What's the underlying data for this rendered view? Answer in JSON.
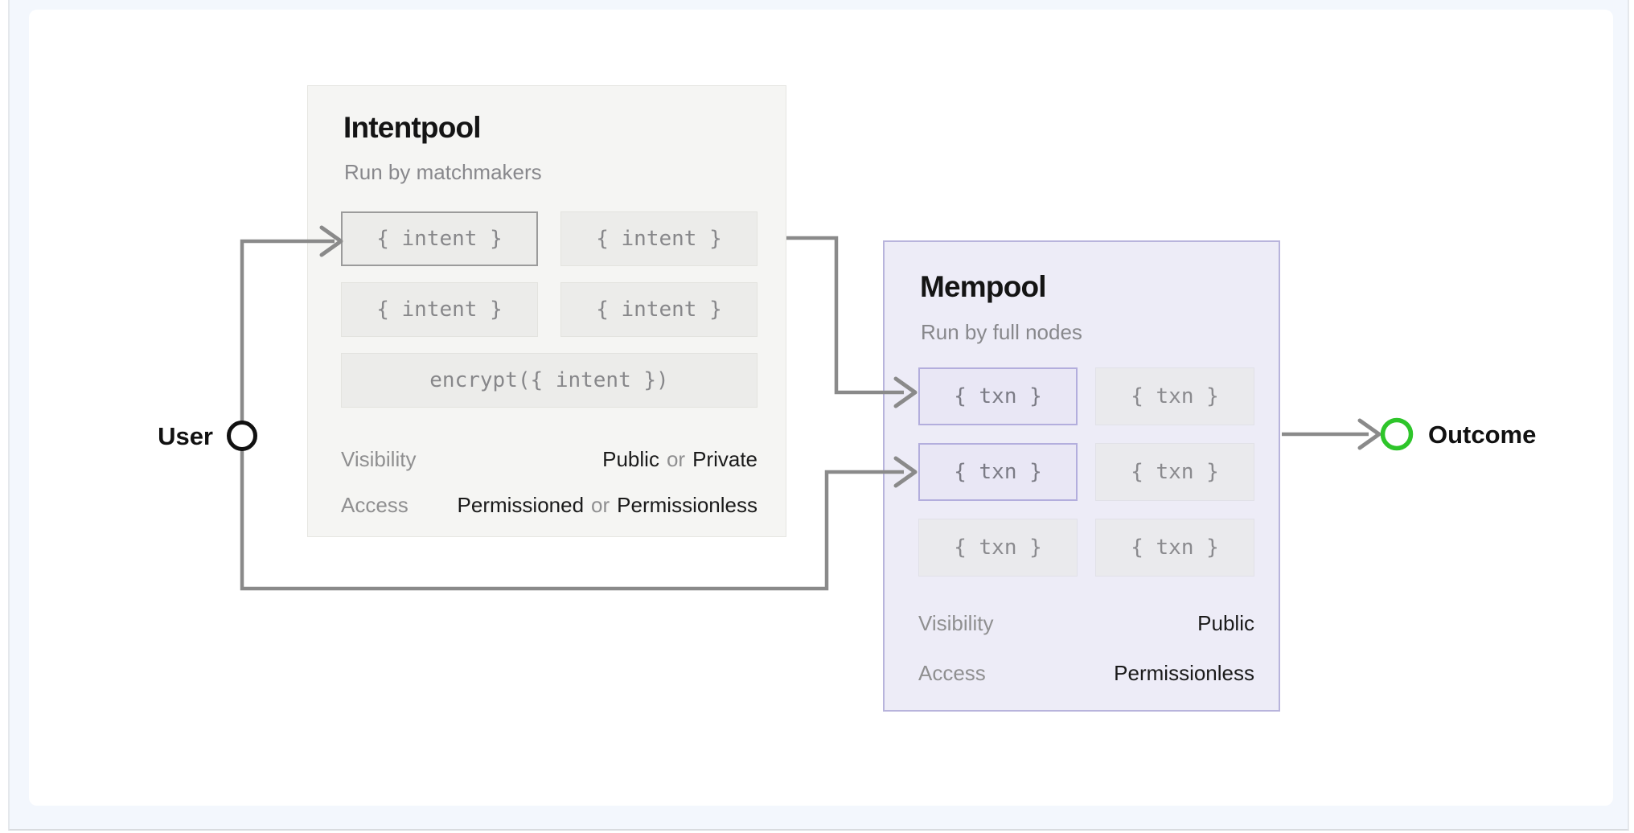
{
  "palette": {
    "page_background": "#f3f7fd",
    "card_background": "#ffffff",
    "intentpool_bg": "#f5f5f3",
    "intentpool_border": "#e6e6e2",
    "intent_box_bg": "#ececea",
    "intent_highlight_border": "#9b9b9b",
    "mempool_bg": "#edecf7",
    "mempool_border": "#b8b4dc",
    "txn_purple_bg": "#e9e7f5",
    "txn_purple_border": "#b3aedd",
    "txn_gray_bg": "#eaeaed",
    "arrow_gray": "#8a8a8a",
    "user_ring": "#111111",
    "outcome_green": "#2ec52a",
    "text_dark": "#1a1a1a",
    "text_gray": "#8f8f90"
  },
  "nodes": {
    "user_label": "User",
    "outcome_label": "Outcome"
  },
  "intentpool": {
    "title": "Intentpool",
    "subtitle": "Run by matchmakers",
    "items": [
      {
        "label": "{ intent }",
        "highlight": true
      },
      {
        "label": "{ intent }",
        "highlight": false
      },
      {
        "label": "{ intent }",
        "highlight": false
      },
      {
        "label": "{ intent }",
        "highlight": false
      }
    ],
    "encrypt_label": "encrypt({ intent })",
    "visibility": {
      "label": "Visibility",
      "option_a": "Public",
      "joiner": "or",
      "option_b": "Private"
    },
    "access": {
      "label": "Access",
      "option_a": "Permissioned",
      "joiner": "or",
      "option_b": "Permissionless"
    }
  },
  "mempool": {
    "title": "Mempool",
    "subtitle": "Run by full nodes",
    "items": [
      {
        "label": "{ txn }",
        "highlight": true
      },
      {
        "label": "{ txn }",
        "highlight": false
      },
      {
        "label": "{ txn }",
        "highlight": true
      },
      {
        "label": "{ txn }",
        "highlight": false
      },
      {
        "label": "{ txn }",
        "highlight": false
      },
      {
        "label": "{ txn }",
        "highlight": false
      }
    ],
    "visibility": {
      "label": "Visibility",
      "value": "Public"
    },
    "access": {
      "label": "Access",
      "value": "Permissionless"
    }
  }
}
